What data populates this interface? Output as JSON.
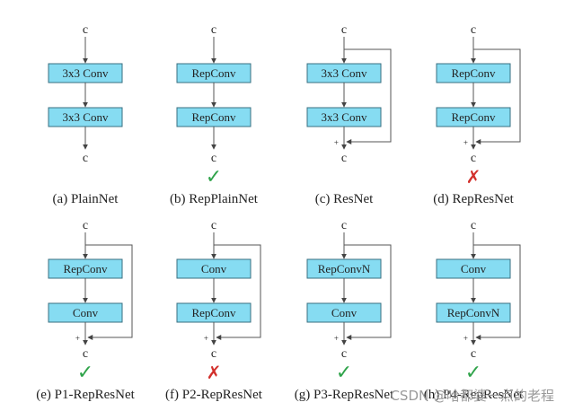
{
  "panels": [
    {
      "id": "a",
      "node_top": "c",
      "node_bottom": "c",
      "blocks": [
        "3x3 Conv",
        "3x3 Conv"
      ],
      "skip": false,
      "mark": "",
      "caption": "(a) PlainNet"
    },
    {
      "id": "b",
      "node_top": "c",
      "node_bottom": "c",
      "blocks": [
        "RepConv",
        "RepConv"
      ],
      "skip": false,
      "mark": "check",
      "caption": "(b) RepPlainNet"
    },
    {
      "id": "c",
      "node_top": "c",
      "node_bottom": "c",
      "blocks": [
        "3x3 Conv",
        "3x3 Conv"
      ],
      "skip": true,
      "mark": "",
      "caption": "(c) ResNet"
    },
    {
      "id": "d",
      "node_top": "c",
      "node_bottom": "c",
      "blocks": [
        "RepConv",
        "RepConv"
      ],
      "skip": true,
      "mark": "cross",
      "caption": "(d) RepResNet"
    },
    {
      "id": "e",
      "node_top": "c",
      "node_bottom": "c",
      "blocks": [
        "RepConv",
        "Conv"
      ],
      "skip": true,
      "mark": "check",
      "caption": "(e) P1-RepResNet"
    },
    {
      "id": "f",
      "node_top": "c",
      "node_bottom": "c",
      "blocks": [
        "Conv",
        "RepConv"
      ],
      "skip": true,
      "mark": "cross",
      "caption": "(f) P2-RepResNet"
    },
    {
      "id": "g",
      "node_top": "c",
      "node_bottom": "c",
      "blocks": [
        "RepConvN",
        "Conv"
      ],
      "skip": true,
      "mark": "check",
      "caption": "(g) P3-RepResNet"
    },
    {
      "id": "h",
      "node_top": "c",
      "node_bottom": "c",
      "blocks": [
        "Conv",
        "RepConvN"
      ],
      "skip": true,
      "mark": "check",
      "caption": "(h) P4-RepResNet"
    }
  ],
  "marks": {
    "check": "✓",
    "cross": "✗"
  },
  "colors": {
    "block_fill": "#86dcf2",
    "block_border": "#3a6f80",
    "check": "#2fa34a",
    "cross": "#d2302c"
  },
  "watermark": "CSDN @哈都婆一点的老程"
}
